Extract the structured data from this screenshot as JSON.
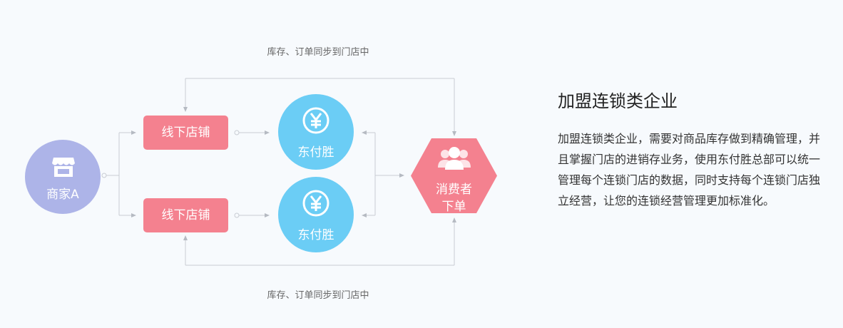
{
  "diagram": {
    "sync_label_top": "库存、订单同步到门店中",
    "sync_label_bottom": "库存、订单同步到门店中",
    "merchant_label": "商家A",
    "store_top_label": "线下店铺",
    "store_bottom_label": "线下店铺",
    "pay_top_label": "东付胜",
    "pay_bottom_label": "东付胜",
    "consumer_line1": "消费者",
    "consumer_line2": "下单",
    "colors": {
      "merchant": "#adb4e8",
      "store": "#f4818f",
      "pay": "#6bcdf5",
      "consumer": "#f4818f",
      "line": "#c8ccd3"
    }
  },
  "panel": {
    "title": "加盟连锁类企业",
    "description": "加盟连锁类企业，需要对商品库存做到精确管理，并且掌握门店的进销存业务，使用东付胜总部可以统一管理每个连锁门店的数据，同时支持每个连锁门店独立经营，让您的连锁经营管理更加标准化。"
  }
}
